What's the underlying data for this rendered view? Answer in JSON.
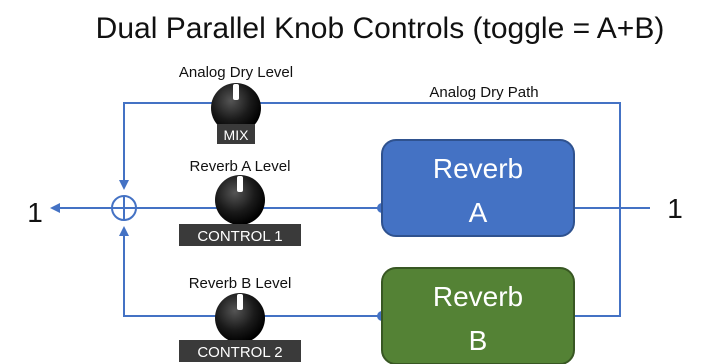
{
  "title": "Dual Parallel Knob Controls (toggle = A+B)",
  "path_label": "Analog Dry Path",
  "input_label": "1",
  "output_label": "1",
  "knobs": {
    "dry": {
      "label": "Analog Dry Level",
      "tag": "MIX"
    },
    "reverb_a": {
      "label": "Reverb A Level",
      "tag": "CONTROL 1"
    },
    "reverb_b": {
      "label": "Reverb B Level",
      "tag": "CONTROL 2"
    }
  },
  "blocks": {
    "reverb_a": {
      "line1": "Reverb",
      "line2": "A",
      "color": "#4472c4"
    },
    "reverb_b": {
      "line1": "Reverb",
      "line2": "B",
      "color": "#548235"
    }
  },
  "colors": {
    "wire": "#4472c4",
    "knob": "#1a1a1a",
    "tag_bg": "#3a3a3a"
  }
}
